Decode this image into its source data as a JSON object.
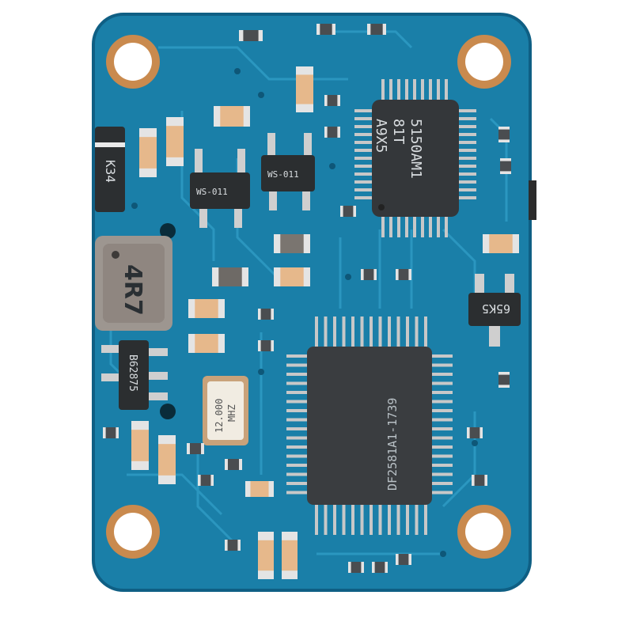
{
  "photo": {
    "subject": "blue pcb board",
    "colors": {
      "board": "#1a7fa8",
      "board_dark": "#0f5f84",
      "trace": "#2a93bd",
      "copper_ring": "#c98a4e",
      "chip": "#3a3d40",
      "pad": "#d8d8d8",
      "cap": "#e8b98a"
    }
  },
  "labels": {
    "mcu_line1": "5150AM1",
    "mcu_line2": "81T",
    "mcu_line3": "A9X5",
    "main_ic": "DF2581A1-1739",
    "crystal_line1": "12.000",
    "crystal_line2": "MHZ",
    "inductor": "4R7",
    "diode": "K34",
    "reg1": "WS-011",
    "reg2": "WS-011",
    "sot_right": "65K5",
    "sot_left": "B62875"
  }
}
